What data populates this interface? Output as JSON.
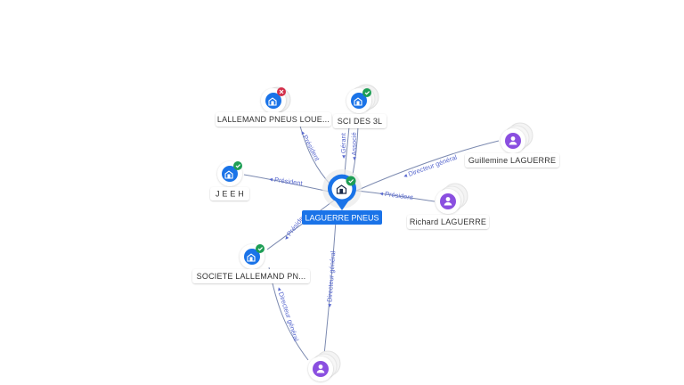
{
  "center": {
    "label": "LAGUERRE PNEUS",
    "status": "active"
  },
  "nodes": [
    {
      "id": "lallemand_loue",
      "label": "LALLEMAND PNEUS LOUE...",
      "kind": "company",
      "status": "closed"
    },
    {
      "id": "sci_3l",
      "label": "SCI DES 3L",
      "kind": "company",
      "status": "active"
    },
    {
      "id": "jeeh",
      "label": "J E E H",
      "kind": "company",
      "status": "active"
    },
    {
      "id": "soc_lallemand",
      "label": "SOCIETE LALLEMAND PN...",
      "kind": "company",
      "status": "active"
    },
    {
      "id": "guillemine",
      "label": "Guillemine LAGUERRE",
      "kind": "person"
    },
    {
      "id": "richard",
      "label": "Richard LAGUERRE",
      "kind": "person"
    },
    {
      "id": "person_bottom",
      "label": "",
      "kind": "person"
    }
  ],
  "edges": [
    {
      "from": "lallemand_loue",
      "label": "Président"
    },
    {
      "from": "sci_3l",
      "label": "Gérant"
    },
    {
      "from": "sci_3l",
      "label": "Associé"
    },
    {
      "from": "jeeh",
      "label": "Président"
    },
    {
      "from": "soc_lallemand",
      "label": "Président"
    },
    {
      "from": "guillemine",
      "label": "Directeur général"
    },
    {
      "from": "richard",
      "label": "Président"
    },
    {
      "from": "person_bottom",
      "label": "Directeur général"
    },
    {
      "from": "person_bottom",
      "label": "Directeur général"
    }
  ],
  "colors": {
    "company": "#1a73e8",
    "person": "#8a4fe0",
    "active": "#1e9e55",
    "closed": "#d32f4a",
    "edge": "#7c8ab0",
    "edge_label": "#5a6acf"
  },
  "icons": {
    "company": "building-icon",
    "person": "person-icon",
    "active": "check-icon",
    "closed": "cross-icon"
  }
}
